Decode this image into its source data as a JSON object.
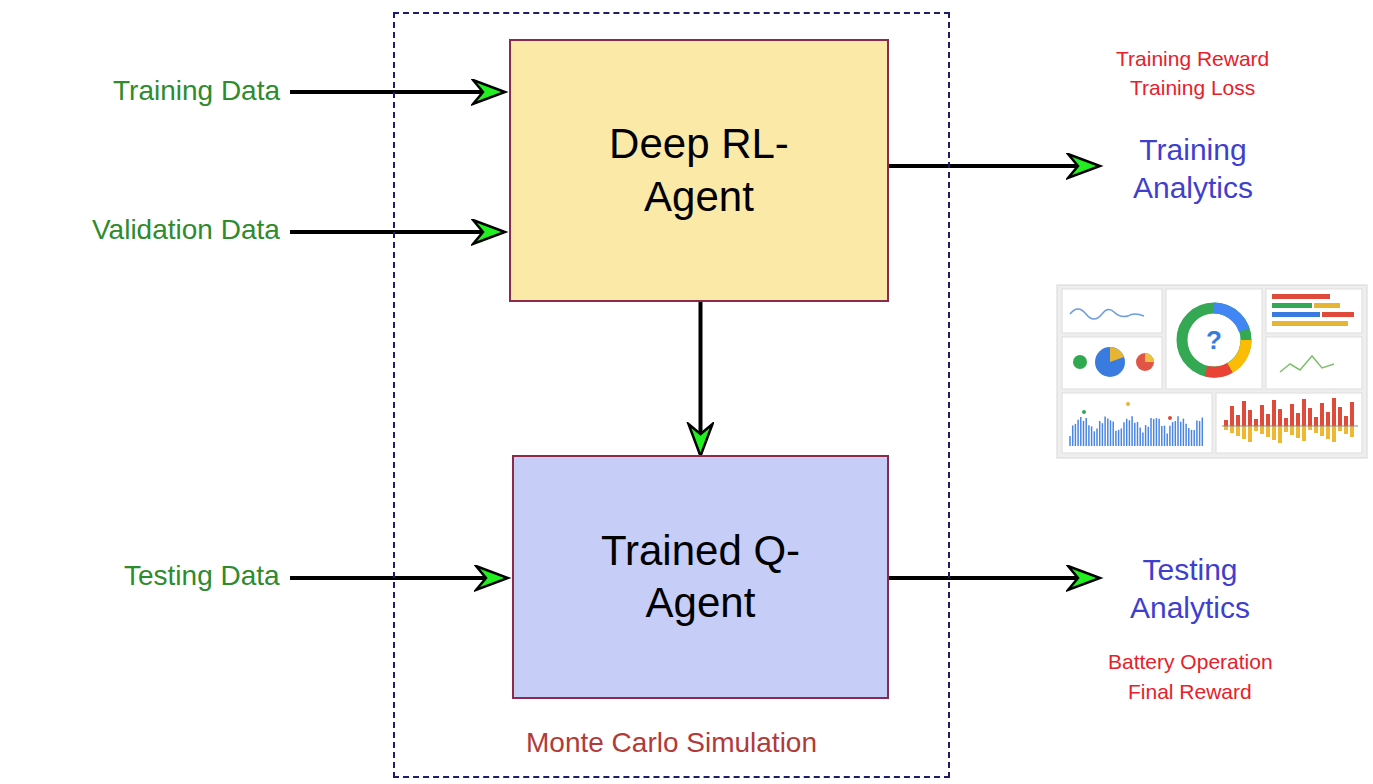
{
  "diagram": {
    "nodes": [
      {
        "text": [
          "Monte Carlo Simulation"
        ]
      },
      {
        "text": [
          "Deep RL-Agent"
        ],
        "in": 0
      },
      {
        "text": [
          "Trained Q-Agent"
        ],
        "in": 0
      }
    ],
    "edges": [
      {
        "from": 1,
        "to": 2,
        "arrow": "to"
      }
    ],
    "labels": [
      "Training Data",
      "Validation Data",
      "Testing Data",
      "Training Reward",
      "Training Loss",
      "Training Analytics",
      "?",
      "Testing Analytics",
      "Battery Operation",
      "Final Reward"
    ]
  }
}
